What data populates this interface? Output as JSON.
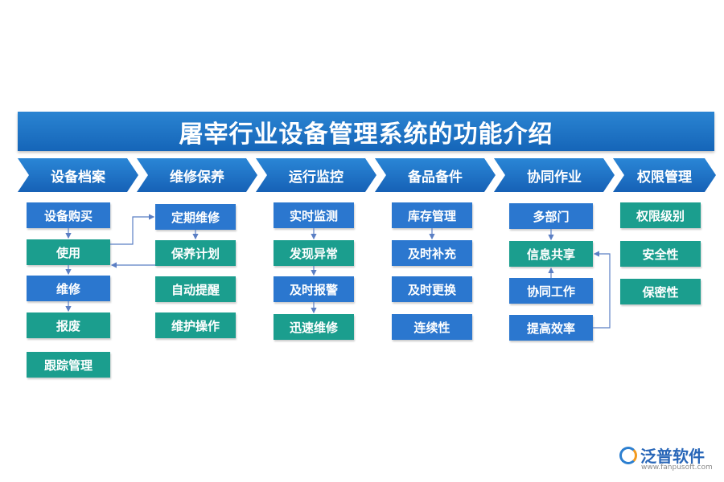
{
  "title": "屠宰行业设备管理系统的功能介绍",
  "columns": [
    {
      "header": "设备档案",
      "items": [
        "设备购买",
        "使用",
        "维修",
        "报废",
        "跟踪管理"
      ]
    },
    {
      "header": "维修保养",
      "items": [
        "定期维修",
        "保养计划",
        "自动提醒",
        "维护操作"
      ]
    },
    {
      "header": "运行监控",
      "items": [
        "实时监测",
        "发现异常",
        "及时报警",
        "迅速维修"
      ]
    },
    {
      "header": "备品备件",
      "items": [
        "库存管理",
        "及时补充",
        "及时更换",
        "连续性"
      ]
    },
    {
      "header": "协同作业",
      "items": [
        "多部门",
        "信息共享",
        "协同工作",
        "提高效率"
      ]
    },
    {
      "header": "权限管理",
      "items": [
        "权限级别",
        "安全性",
        "保密性"
      ]
    }
  ],
  "logo": {
    "name": "泛普软件",
    "url": "www.fanpusoft.com"
  },
  "colors": {
    "header_blue": "#1f6fc4",
    "box_blue": "#2b77cf",
    "box_teal": "#1b9e8e",
    "arrow": "#5b7fc4"
  }
}
